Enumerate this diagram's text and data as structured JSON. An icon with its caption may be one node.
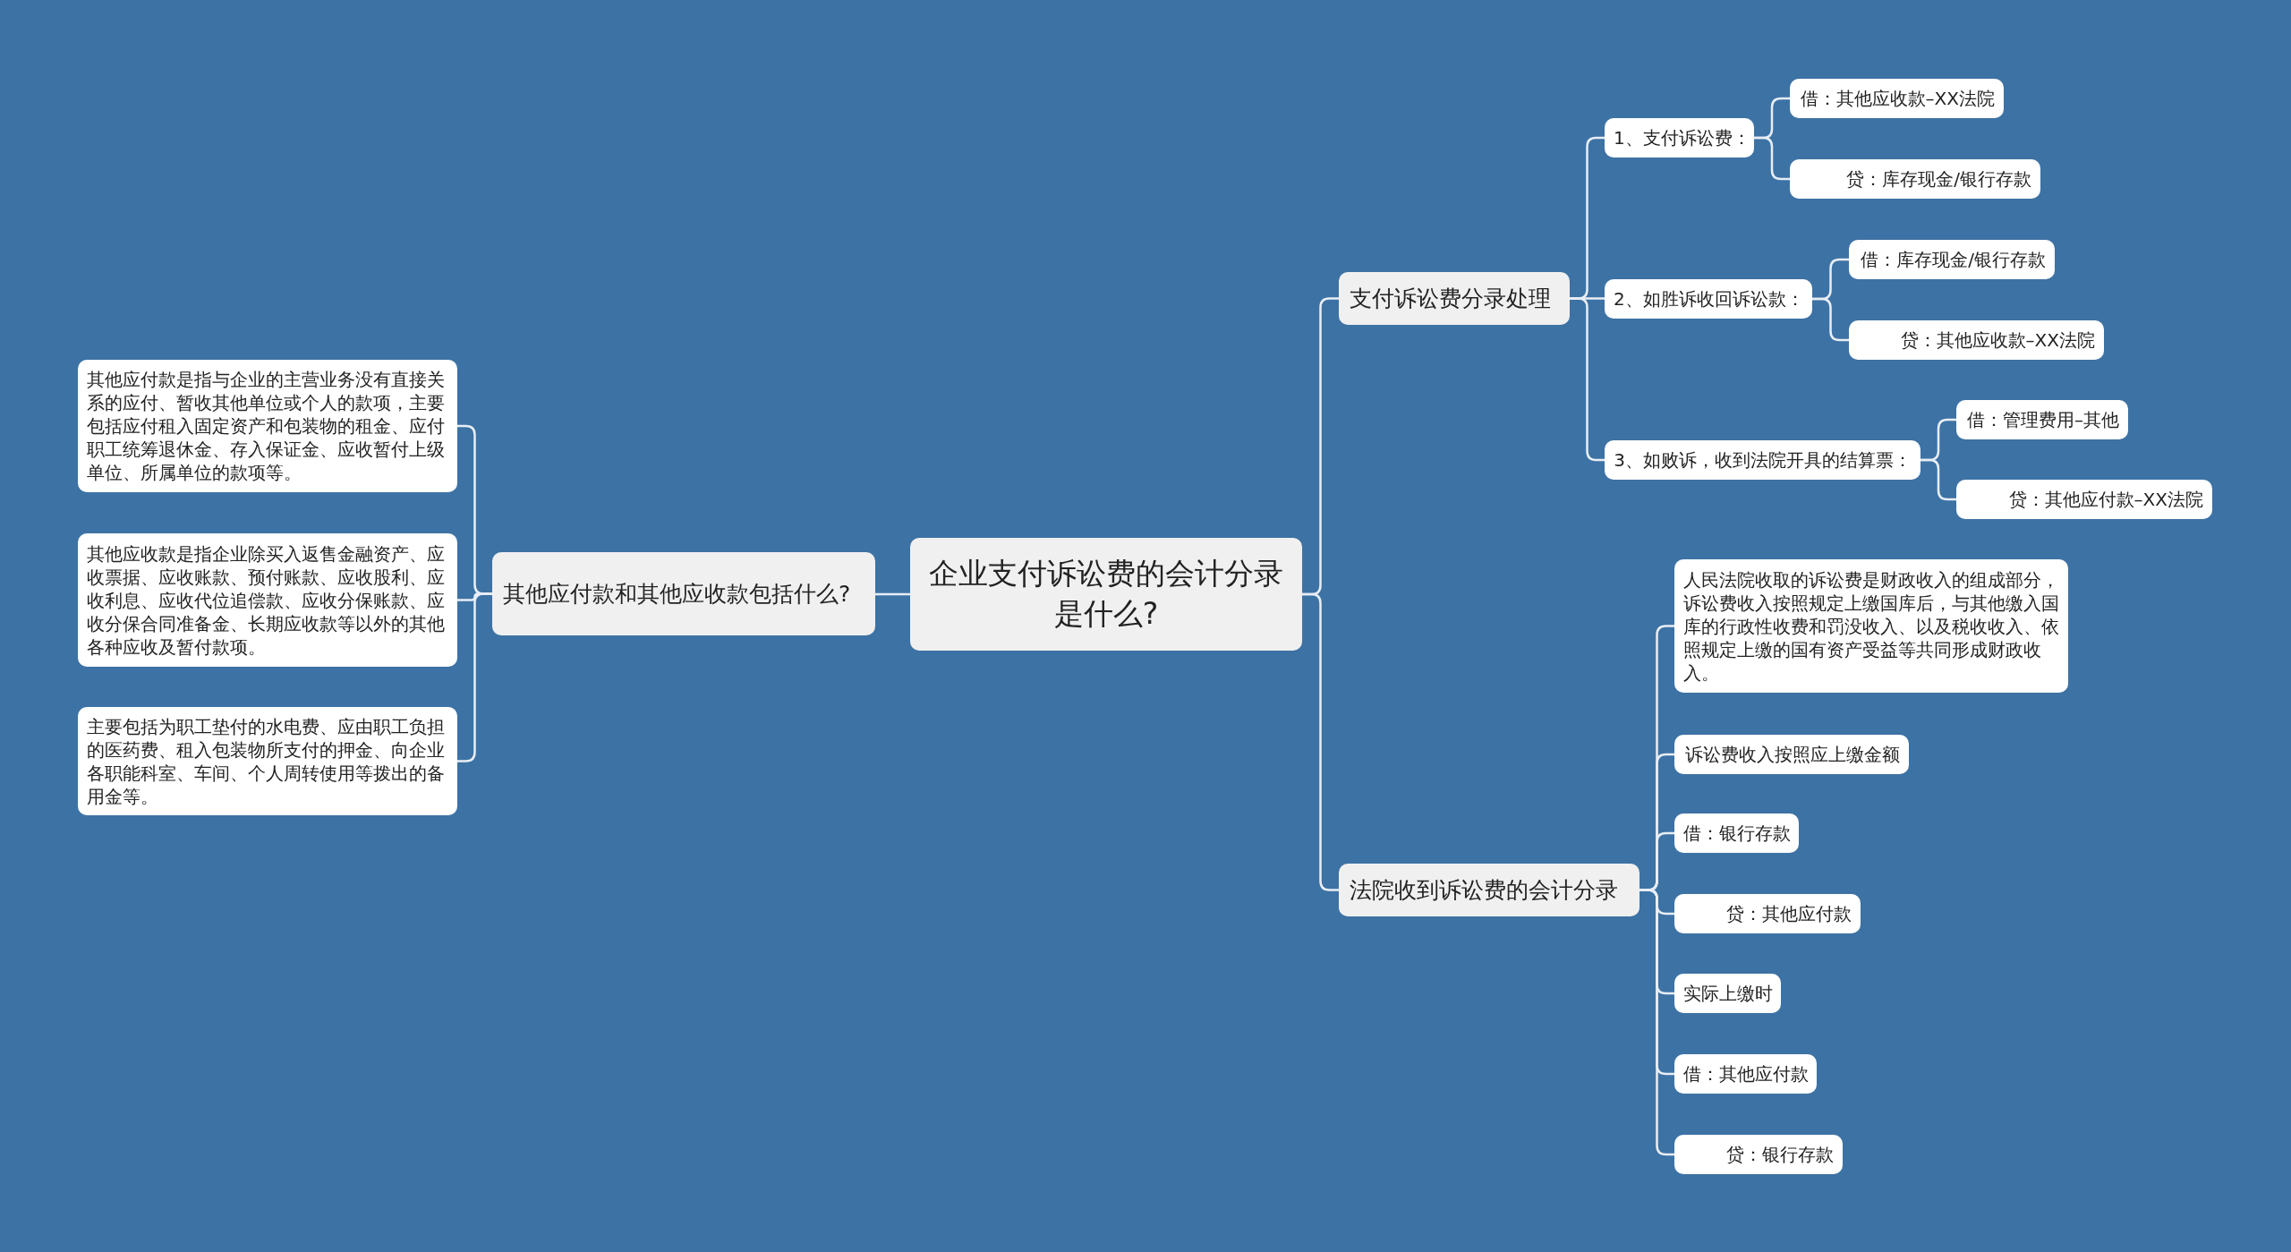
{
  "diagram": {
    "nodes": [
      {
        "text": [
          "企业支付诉讼费的会计分录是什么?"
        ]
      },
      {
        "text": [
          "其他应付款和其他应收款包括什么?"
        ]
      },
      {
        "text": [
          "其他应付款是指与企业的主营业务没有直接关系的应付、暂收其他单位或个人的款项，主要包括应付租入固定资产和包装物的租金、应付职工统筹退休金、存入保证金、应收暂付上级单位、所属单位的款项等。"
        ]
      },
      {
        "text": [
          "其他应收款是指企业除买入返售金融资产、应收票据、应收账款、预付账款、应收股利、应收利息、应收代位追偿款、应收分保账款、应收分保合同准备金、长期应收款等以外的其他各种应收及暂付款项。"
        ]
      },
      {
        "text": [
          "主要包括为职工垫付的水电费、应由职工负担的医药费、租入包装物所支付的押金、向企业各职能科室、车间、个人周转使用等拨出的备用金等。"
        ]
      },
      {
        "text": [
          "支付诉讼费分录处理"
        ]
      },
      {
        "text": [
          "1、支付诉讼费："
        ]
      },
      {
        "text": [
          "借：其他应收款–XX法院"
        ]
      },
      {
        "text": [
          "贷：库存现金/银行存款"
        ]
      },
      {
        "text": [
          "2、如胜诉收回诉讼款："
        ]
      },
      {
        "text": [
          "借：库存现金/银行存款"
        ]
      },
      {
        "text": [
          "贷：其他应收款–XX法院"
        ]
      },
      {
        "text": [
          "3、如败诉，收到法院开具的结算票："
        ]
      },
      {
        "text": [
          "借：管理费用–其他"
        ]
      },
      {
        "text": [
          "贷：其他应付款–XX法院"
        ]
      },
      {
        "text": [
          "法院收到诉讼费的会计分录"
        ]
      },
      {
        "text": [
          "人民法院收取的诉讼费是财政收入的组成部分，诉讼费收入按照规定上缴国库后，与其他缴入国库的行政性收费和罚没收入、以及税收收入、依照规定上缴的国有资产受益等共同形成财政收入。"
        ]
      },
      {
        "text": [
          "诉讼费收入按照应上缴金额"
        ]
      },
      {
        "text": [
          "借：银行存款"
        ]
      },
      {
        "text": [
          "贷：其他应付款"
        ]
      },
      {
        "text": [
          "实际上缴时"
        ]
      },
      {
        "text": [
          "借：其他应付款"
        ]
      },
      {
        "text": [
          "贷：银行存款"
        ]
      }
    ],
    "edges": [
      {
        "from": 0,
        "to": 1,
        "arrow": "none"
      },
      {
        "from": 1,
        "to": 2,
        "arrow": "none"
      },
      {
        "from": 1,
        "to": 3,
        "arrow": "none"
      },
      {
        "from": 1,
        "to": 4,
        "arrow": "none"
      },
      {
        "from": 0,
        "to": 5,
        "arrow": "none"
      },
      {
        "from": 5,
        "to": 6,
        "arrow": "none"
      },
      {
        "from": 6,
        "to": 7,
        "arrow": "none"
      },
      {
        "from": 6,
        "to": 8,
        "arrow": "none"
      },
      {
        "from": 5,
        "to": 9,
        "arrow": "none"
      },
      {
        "from": 9,
        "to": 10,
        "arrow": "none"
      },
      {
        "from": 9,
        "to": 11,
        "arrow": "none"
      },
      {
        "from": 5,
        "to": 12,
        "arrow": "none"
      },
      {
        "from": 12,
        "to": 13,
        "arrow": "none"
      },
      {
        "from": 12,
        "to": 14,
        "arrow": "none"
      },
      {
        "from": 0,
        "to": 15,
        "arrow": "none"
      },
      {
        "from": 15,
        "to": 16,
        "arrow": "none"
      },
      {
        "from": 15,
        "to": 17,
        "arrow": "none"
      },
      {
        "from": 15,
        "to": 18,
        "arrow": "none"
      },
      {
        "from": 15,
        "to": 19,
        "arrow": "none"
      },
      {
        "from": 15,
        "to": 20,
        "arrow": "none"
      },
      {
        "from": 15,
        "to": 21,
        "arrow": "none"
      },
      {
        "from": 15,
        "to": 22,
        "arrow": "none"
      }
    ]
  }
}
